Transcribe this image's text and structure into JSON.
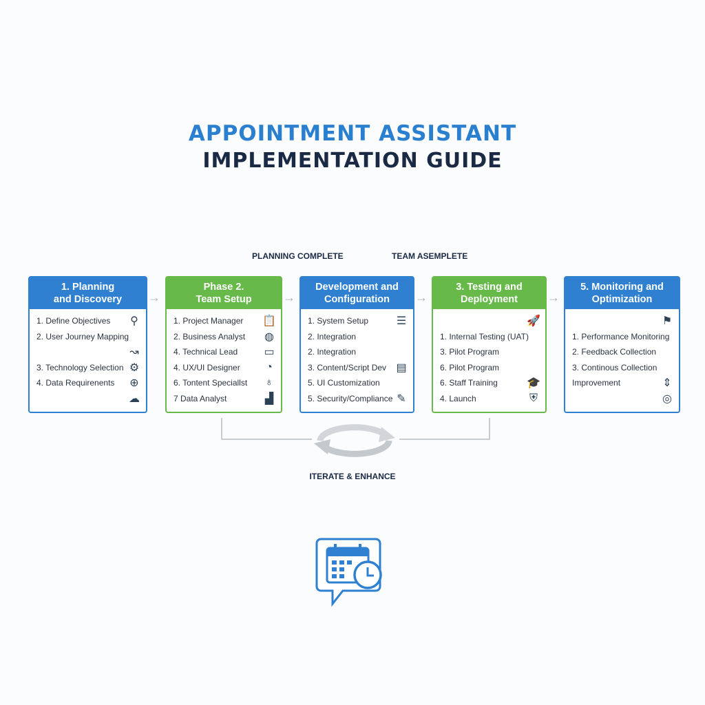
{
  "title": {
    "line1": "APPOINTMENT ASSISTANT",
    "line2": "IMPLEMENTATION GUIDE"
  },
  "milestones": [
    "PLANNING COMPLETE",
    "TEAM ASEMPLETE"
  ],
  "phases": [
    {
      "title1": "1. Planning",
      "title2": "and Discovery",
      "color": "blue",
      "rows": [
        {
          "text": "1. Define Objectives",
          "icon": "⚲",
          "iconName": "magnifier-icon"
        },
        {
          "text": "2. User Journey Mapping",
          "icon": "",
          "iconName": ""
        },
        {
          "text": "",
          "icon": "↝",
          "iconName": "journey-path-icon"
        },
        {
          "text": "3. Technology Selection",
          "icon": "⚙",
          "iconName": "gear-icon"
        },
        {
          "text": "4. Data Requirenents",
          "icon": "⊕",
          "iconName": "data-tree-icon"
        },
        {
          "text": "",
          "icon": "☁",
          "iconName": "cloud-upload-icon"
        }
      ]
    },
    {
      "title1": "Phase 2.",
      "title2": "Team Setup",
      "color": "green",
      "rows": [
        {
          "text": "1. Project Manager",
          "icon": "📋",
          "iconName": "clipboard-icon"
        },
        {
          "text": "2. Business Analyst",
          "icon": "◍",
          "iconName": "globe-icon"
        },
        {
          "text": "4. Technical Lead",
          "icon": "▭",
          "iconName": "monitor-icon"
        },
        {
          "text": "4. UX/UI Designer",
          "icon": "◔",
          "iconName": "palette-icon"
        },
        {
          "text": "6. Tontent Speciallst",
          "icon": "♁",
          "iconName": "lightbulb-icon"
        },
        {
          "text": "7 Data Analyst",
          "icon": "▟",
          "iconName": "bar-chart-icon"
        }
      ]
    },
    {
      "title1": "Development and",
      "title2": "Configuration",
      "color": "blue",
      "rows": [
        {
          "text": "1. System Setup",
          "icon": "☰",
          "iconName": "server-icon"
        },
        {
          "text": "2. Integration",
          "icon": "",
          "iconName": ""
        },
        {
          "text": "2. Integration",
          "icon": "",
          "iconName": ""
        },
        {
          "text": "3. Content/Script Dev",
          "icon": "▤",
          "iconName": "script-scroll-icon"
        },
        {
          "text": "5. UI Customization",
          "icon": "",
          "iconName": ""
        },
        {
          "text": "5. Security/Compliance",
          "icon": "✎",
          "iconName": "pen-icon"
        }
      ]
    },
    {
      "title1": "3. Testing and",
      "title2": "Deployment",
      "color": "green",
      "rows": [
        {
          "text": "",
          "icon": "🚀",
          "iconName": "rocket-icon"
        },
        {
          "text": "1. Internal Testing (UAT)",
          "icon": "",
          "iconName": ""
        },
        {
          "text": "3. Pilot Program",
          "icon": "",
          "iconName": ""
        },
        {
          "text": "6. Pilot Program",
          "icon": "",
          "iconName": ""
        },
        {
          "text": "6. Staff Training",
          "icon": "🎓",
          "iconName": "graduation-cap-icon"
        },
        {
          "text": "4. Launch",
          "icon": "⛨",
          "iconName": "shield-icon"
        }
      ]
    },
    {
      "title1": "5. Monitoring and",
      "title2": "Optimization",
      "color": "blue",
      "rows": [
        {
          "text": "",
          "icon": "⚑",
          "iconName": "checkered-flag-icon"
        },
        {
          "text": "1. Performance Monitoring",
          "icon": "",
          "iconName": ""
        },
        {
          "text": "2. Feedback Collection",
          "icon": "",
          "iconName": ""
        },
        {
          "text": "3. Continous Collection",
          "icon": "",
          "iconName": ""
        },
        {
          "text": "Improvement",
          "icon": "⇕",
          "iconName": "up-down-arrow-icon"
        },
        {
          "text": "",
          "icon": "◎",
          "iconName": "spiral-icon"
        }
      ]
    }
  ],
  "loop_label": "ITERATE & ENHANCE",
  "colors": {
    "blue": "#2f80d0",
    "green": "#67b94a",
    "navy": "#1b2a44"
  }
}
